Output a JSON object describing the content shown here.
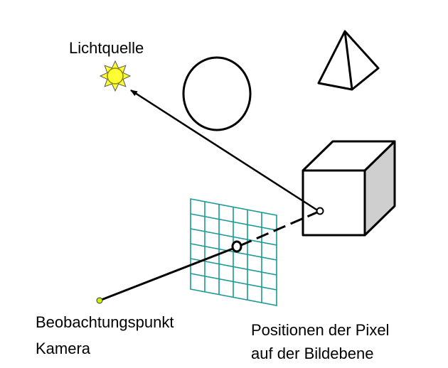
{
  "labels": {
    "light_source": "Lichtquelle",
    "camera_line1": "Beobachtungspunkt",
    "camera_line2": "Kamera",
    "pixels_line1": "Positionen der Pixel",
    "pixels_line2": "auf der Bildebene"
  },
  "colors": {
    "line": "#000000",
    "grid": "#1a9a94",
    "sun_fill": "#ffff33",
    "sun_stroke": "#8a8a00",
    "camera_dot": "#c8f000",
    "cube_shade": "#cfcfcf"
  }
}
